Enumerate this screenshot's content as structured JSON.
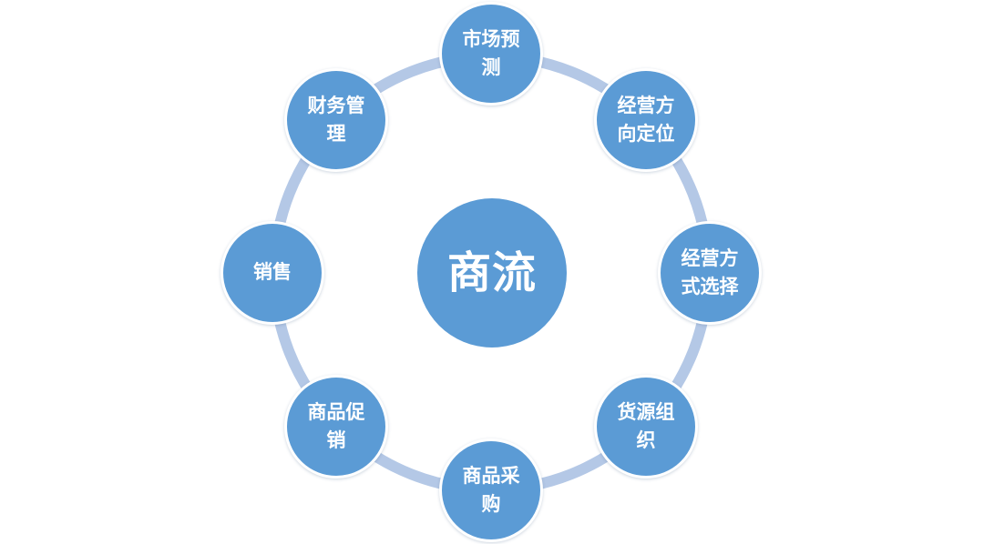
{
  "colors": {
    "node_fill": "#5b9bd5",
    "ring_stroke": "#b4c8e6",
    "text": "#ffffff"
  },
  "center": {
    "label": "商流"
  },
  "nodes": [
    {
      "label": "市场预\n测"
    },
    {
      "label": "经营方\n向定位"
    },
    {
      "label": "经营方\n式选择"
    },
    {
      "label": "货源组\n织"
    },
    {
      "label": "商品采\n购"
    },
    {
      "label": "商品促\n销"
    },
    {
      "label": "销售"
    },
    {
      "label": "财务管\n理"
    }
  ]
}
